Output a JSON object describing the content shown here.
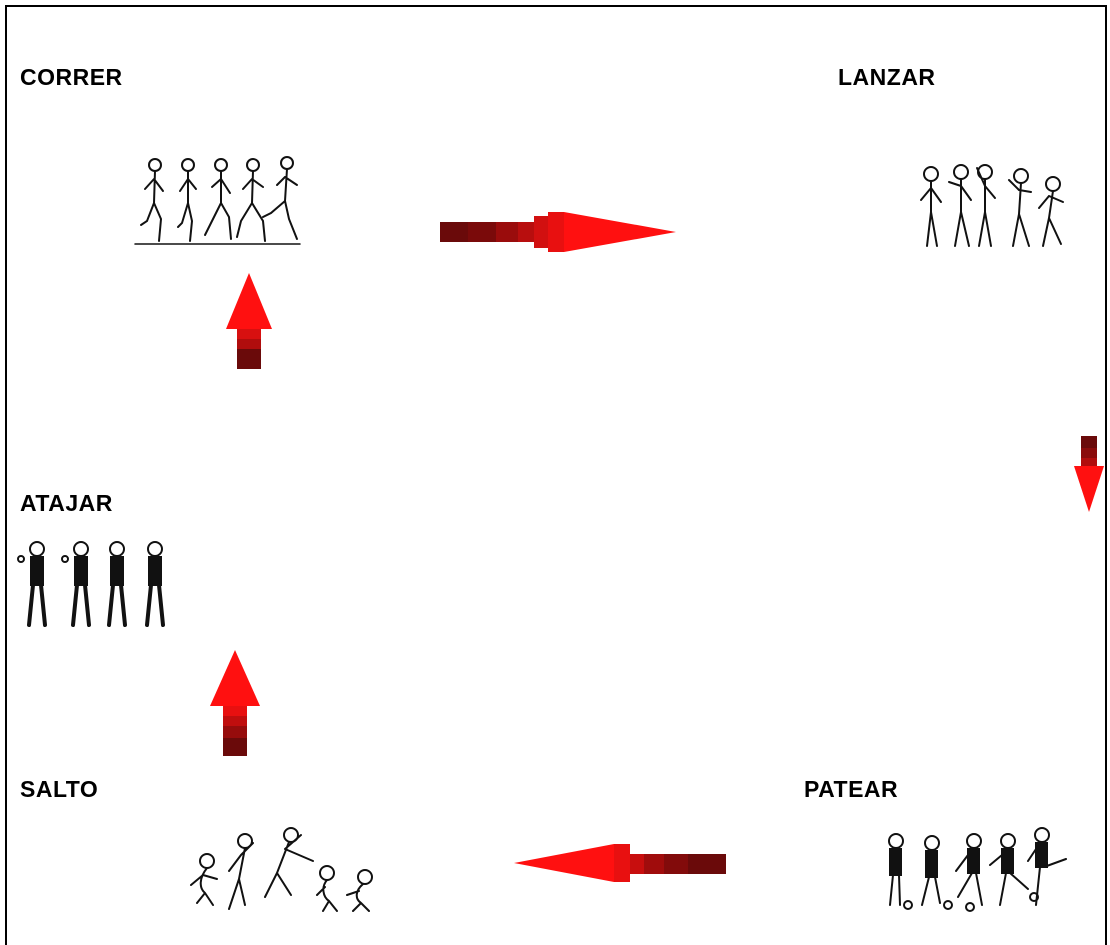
{
  "activities": [
    {
      "id": "correr",
      "label": "CORRER"
    },
    {
      "id": "lanzar",
      "label": "LANZAR"
    },
    {
      "id": "atajar",
      "label": "ATAJAR"
    },
    {
      "id": "salto",
      "label": "SALTO"
    },
    {
      "id": "patear",
      "label": "PATEAR"
    }
  ],
  "colors": {
    "arrow_bright": "#ff1010",
    "arrow_dark": "#6a0a0a",
    "figure": "#111111",
    "frame": "#000000"
  },
  "arrows": [
    {
      "from": "correr",
      "to": "lanzar",
      "direction": "right"
    },
    {
      "from": "lanzar",
      "to": "patear",
      "direction": "down"
    },
    {
      "from": "patear",
      "to": "salto",
      "direction": "left"
    },
    {
      "from": "salto",
      "to": "atajar",
      "direction": "up"
    },
    {
      "from": "atajar",
      "to": "correr",
      "direction": "up"
    }
  ]
}
